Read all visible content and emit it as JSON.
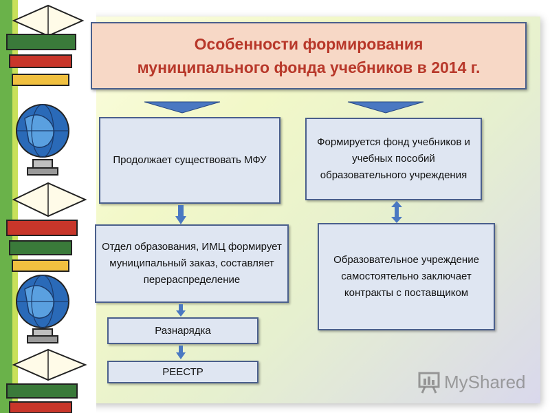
{
  "title": {
    "line1": "Особенности  формирования",
    "line2": "муниципального фонда учебников в 2014 г."
  },
  "left_branch": {
    "box1": "Продолжает существовать МФУ",
    "box2": "Отдел образования, ИМЦ формирует муниципальный заказ, составляет перераспределение",
    "box3": "Разнарядка",
    "box4": "РЕЕСТР"
  },
  "right_branch": {
    "box1": "Формируется фонд учебников и учебных пособий образовательного учреждения",
    "box2": "Образовательное учреждение самостоятельно заключает контракты с поставщиком"
  },
  "watermark": {
    "text": "MyShared"
  },
  "colors": {
    "title_text": "#b8382a",
    "title_fill": "#f7d8c6",
    "box_fill": "#dfe6f2",
    "box_border": "#4a5f8c",
    "arrow": "#4a78c2"
  }
}
